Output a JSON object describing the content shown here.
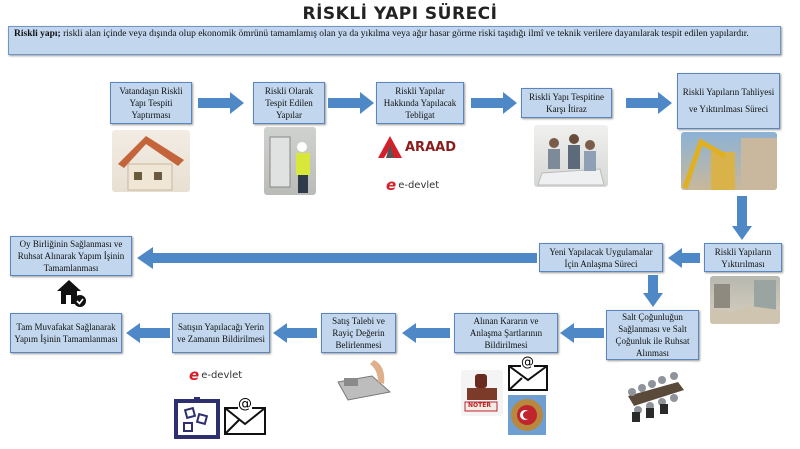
{
  "title": "RİSKLİ YAPI SÜRECİ",
  "definition": {
    "term": "Riskli yapı;",
    "text": " riskli alan içinde veya dışında olup ekonomik ömrünü tamamlamış olan ya da yıkılma veya ağır hasar görme riski taşıdığı ilmî ve teknik verilere dayanılarak tespit edilen yapılardır."
  },
  "steps": [
    {
      "id": 1,
      "label": "Vatandaşın Riskli Yapı Tespiti Yaptırması"
    },
    {
      "id": 2,
      "label": "Riskli Olarak Tespit Edilen Yapılar"
    },
    {
      "id": 3,
      "label": "Riskli Yapılar Hakkında Yapılacak Tebligat"
    },
    {
      "id": 4,
      "label": "Riskli Yapı Tespitine Karşı İtiraz"
    },
    {
      "id": 5,
      "label": "Riskli Yapıların Tahliyesi ve Yıktırılması Süreci"
    },
    {
      "id": 6,
      "label": "Riskli Yapıların Yıktırılması"
    },
    {
      "id": 7,
      "label": "Yeni Yapılacak Uygulamalar İçin Anlaşma Süreci"
    },
    {
      "id": 8,
      "label": "Oy Birliğinin Sağlanması ve Ruhsat Alınarak Yapım İşinin Tamamlanması"
    },
    {
      "id": 9,
      "label": "Salt Çoğunluğun Sağlanması ve Salt Çoğunluk ile Ruhsat Alınması"
    },
    {
      "id": 10,
      "label": "Alınan Kararın ve Anlaşma Şartlarının Bildirilmesi"
    },
    {
      "id": 11,
      "label": "Satış Talebi ve Rayiç Değerin Belirlenmesi"
    },
    {
      "id": 12,
      "label": "Satışın Yapılacağı Yerin ve Zamanın Bildirilmesi"
    },
    {
      "id": 13,
      "label": "Tam Muvafakat Sağlanarak Yapım İşinin Tamamlanması"
    }
  ],
  "logos": {
    "araad": "ARAAD",
    "edevlet": "e-devlet",
    "edevlet_mark": "e"
  },
  "icons": {
    "email": "@",
    "stamp_text": "NOTER"
  },
  "colors": {
    "box_fill": "#c2d7ee",
    "box_border": "#5b86bd",
    "arrow": "#4f88c6"
  }
}
